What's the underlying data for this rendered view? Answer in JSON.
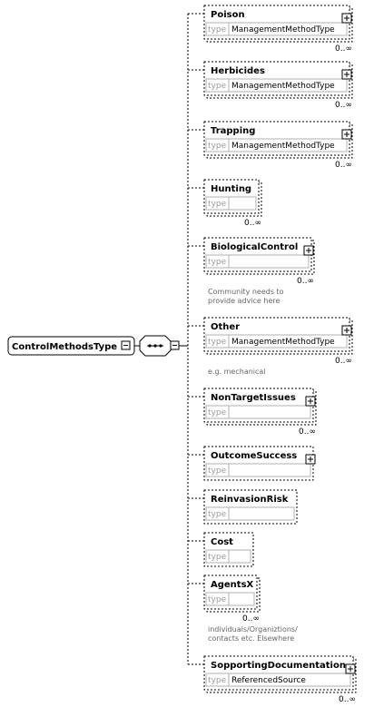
{
  "root": {
    "name": "ControlMethodsType"
  },
  "type_prefix": "type",
  "elements": [
    {
      "name": "Poison",
      "type": "ManagementMethodType",
      "cardinality": "0..∞",
      "expandable": true,
      "doc": []
    },
    {
      "name": "Herbicides",
      "type": "ManagementMethodType",
      "cardinality": "0..∞",
      "expandable": true,
      "doc": []
    },
    {
      "name": "Trapping",
      "type": "ManagementMethodType",
      "cardinality": "0..∞",
      "expandable": true,
      "doc": []
    },
    {
      "name": "Hunting",
      "type": "",
      "cardinality": "0..∞",
      "expandable": false,
      "doc": []
    },
    {
      "name": "BiologicalControl",
      "type": "",
      "cardinality": "0..∞",
      "expandable": true,
      "doc": [
        "Community needs to",
        "provide advice here"
      ]
    },
    {
      "name": "Other",
      "type": "ManagementMethodType",
      "cardinality": "0..∞",
      "expandable": true,
      "doc": [
        "e.g. mechanical"
      ]
    },
    {
      "name": "NonTargetIssues",
      "type": "",
      "cardinality": "0..∞",
      "expandable": true,
      "doc": []
    },
    {
      "name": "OutcomeSuccess",
      "type": "",
      "cardinality": "",
      "expandable": true,
      "doc": []
    },
    {
      "name": "ReinvasionRisk",
      "type": "",
      "cardinality": "",
      "expandable": false,
      "doc": []
    },
    {
      "name": "Cost",
      "type": "",
      "cardinality": "",
      "expandable": false,
      "doc": []
    },
    {
      "name": "AgentsX",
      "type": "",
      "cardinality": "0..∞",
      "expandable": false,
      "doc": [
        "individuals/Organiztions/",
        "contacts etc. Elsewhere"
      ]
    },
    {
      "name": "SopportingDocumentation",
      "type": "ReferencedSource",
      "cardinality": "0..∞",
      "expandable": true,
      "doc": []
    }
  ]
}
